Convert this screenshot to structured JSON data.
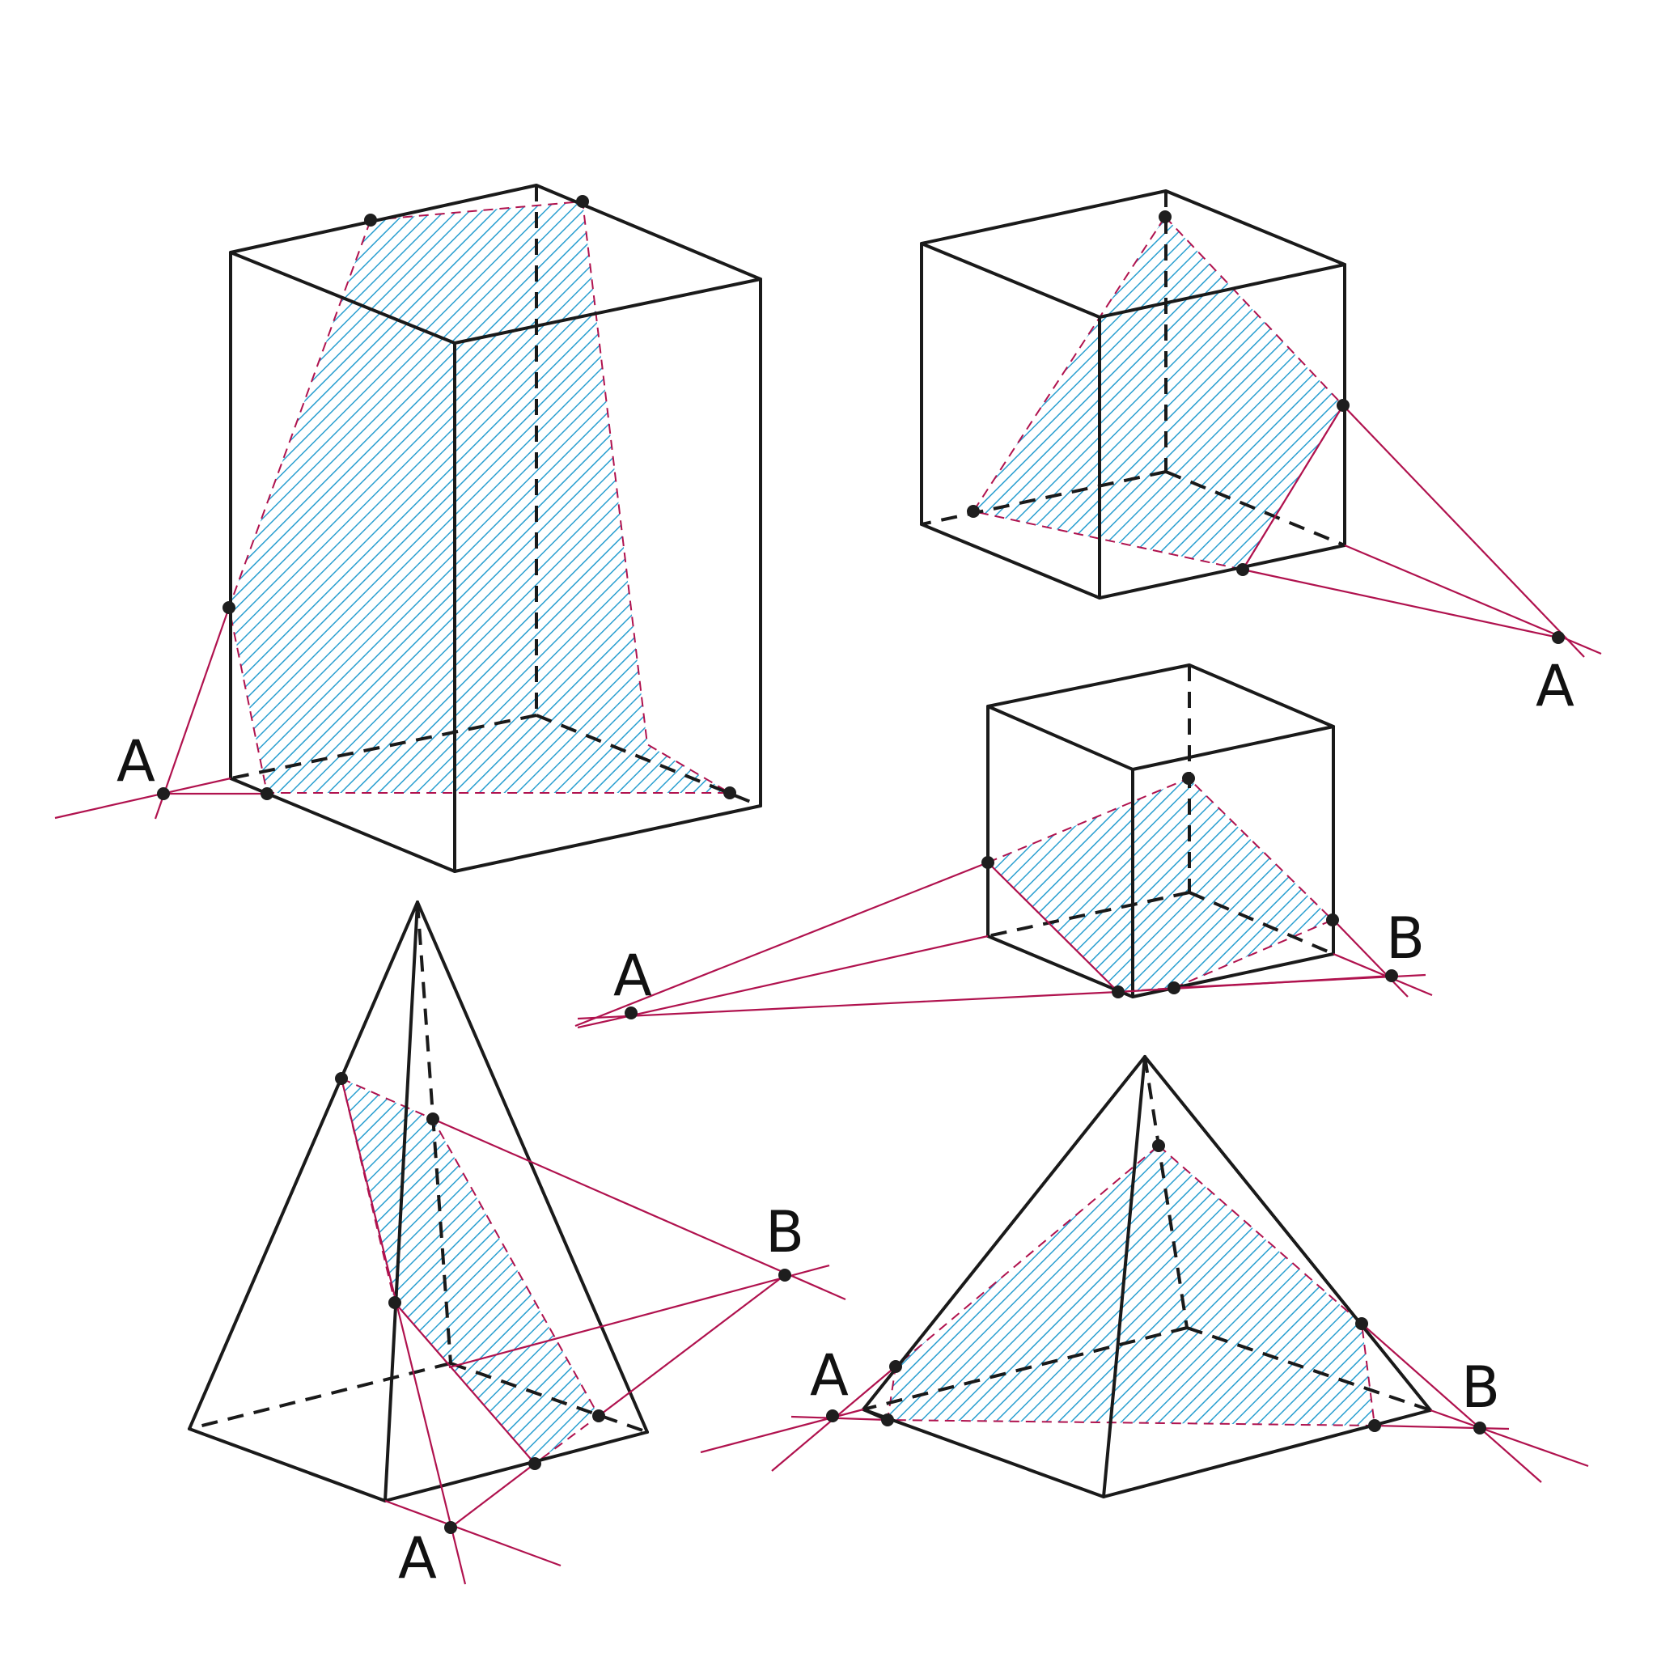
{
  "colors": {
    "edge": "#1a1a1a",
    "auxiliary_line": "#b0124e",
    "section_hatch": "#2a9fd0",
    "point": "#1e1e1e"
  },
  "figures": [
    {
      "id": "prism-tall",
      "labels": [
        {
          "id": "A",
          "text": "A"
        }
      ]
    },
    {
      "id": "cube-top-right",
      "labels": [
        {
          "id": "A",
          "text": "A"
        }
      ]
    },
    {
      "id": "cube-middle",
      "labels": [
        {
          "id": "A",
          "text": "A"
        },
        {
          "id": "B",
          "text": "B"
        }
      ]
    },
    {
      "id": "pyramid-left",
      "labels": [
        {
          "id": "A",
          "text": "A"
        },
        {
          "id": "B",
          "text": "B"
        }
      ]
    },
    {
      "id": "pyramid-right",
      "labels": [
        {
          "id": "A",
          "text": "A"
        },
        {
          "id": "B",
          "text": "B"
        }
      ]
    }
  ]
}
